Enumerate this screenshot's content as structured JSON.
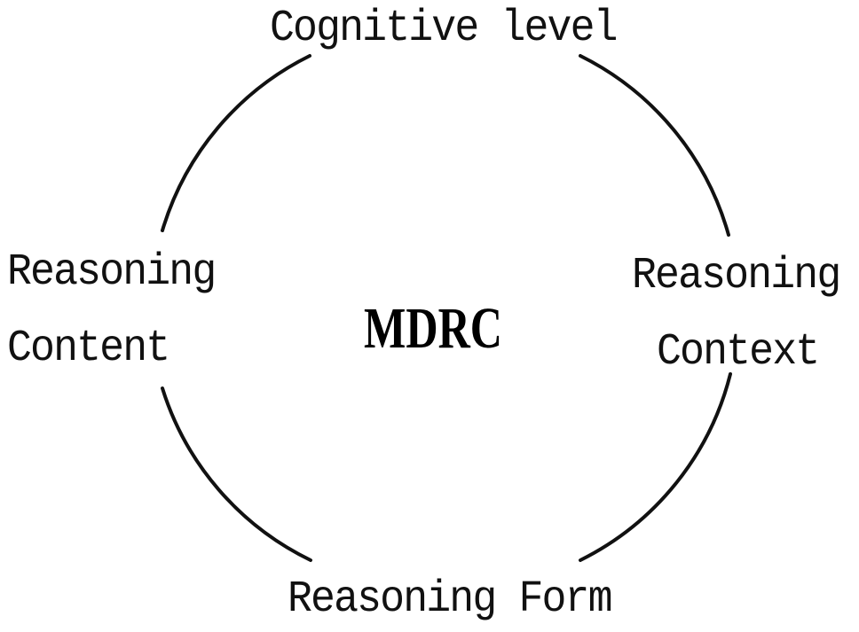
{
  "diagram": {
    "center": "MDRC",
    "top": "Cognitive level",
    "left_line1": "Reasoning",
    "left_line2": "Content",
    "right_line1": "Reasoning",
    "right_line2": "Context",
    "bottom": "Reasoning Form"
  },
  "colors": {
    "stroke": "#111111",
    "text": "#111111",
    "background": "#ffffff"
  }
}
